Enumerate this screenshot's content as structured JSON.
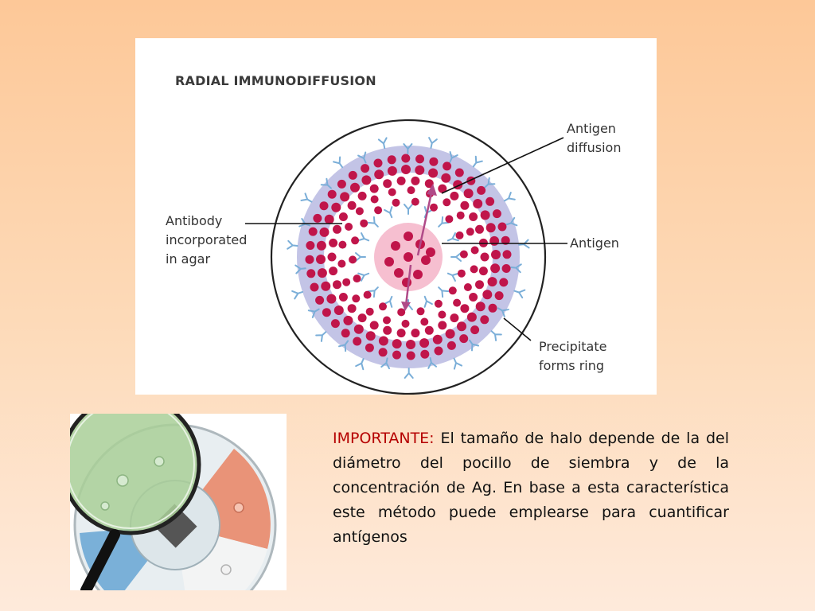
{
  "diagram": {
    "title": "RADIAL IMMUNODIFFUSION",
    "labels": {
      "antigen_diffusion": "Antigen\ndiffusion",
      "antibody": "Antibody\nincorporated\nin agar",
      "antigen": "Antigen",
      "precipitate": "Precipitate\nforms ring"
    },
    "colors": {
      "dot": "#c0154a",
      "antibody": "#7aaed8",
      "halo": "#c3c4e6",
      "well": "#f6bfd0",
      "arrow": "#b04a88"
    }
  },
  "photo": {
    "icon": "magnifying-glass-over-petri-dish"
  },
  "note": {
    "label": "IMPORTANTE:",
    "body": "El tamaño de halo depende de la del diámetro del pocillo de siembra y de la concentración de Ag. En base a esta característica este método puede emplearse para cuantificar antígenos"
  }
}
